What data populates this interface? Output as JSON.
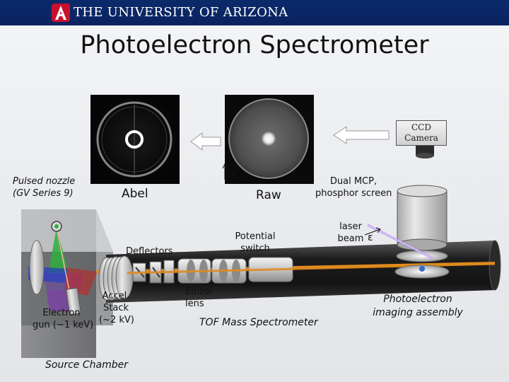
{
  "header": {
    "university": "THE UNIVERSITY OF ARIZONA"
  },
  "title": "Photoelectron Spectrometer",
  "labels": {
    "ccd_camera_line1": "CCD",
    "ccd_camera_line2": "Camera",
    "pulsed_nozzle_line1": "Pulsed nozzle",
    "pulsed_nozzle_line2": "(GV Series 9)",
    "abel": "Abel",
    "raw": "Raw",
    "epsilon_symbol": "ε",
    "dual_mcp_line1": "Dual MCP,",
    "dual_mcp_line2": "phosphor screen",
    "laser_beam_line1": "laser",
    "laser_beam_line2": "beam",
    "potential_switch_line1": "Potential",
    "potential_switch_line2": "switch",
    "deflectors": "Deflectors",
    "accel_stack_line1": "Accel.",
    "accel_stack_line2": "Stack",
    "accel_stack_line3": "(~2 kV)",
    "electron_gun_line1": "Electron",
    "electron_gun_line2": "gun (~1 keV)",
    "einzel_line1": "Einzel",
    "einzel_line2": "lens",
    "tof": "TOF Mass Spectrometer",
    "photoelectron_line1": "Photoelectron",
    "photoelectron_line2": "imaging assembly",
    "source_chamber": "Source Chamber"
  },
  "colors": {
    "banner": "#0b2a6a",
    "beam": "#e08a1e",
    "laser": "#b38cf0",
    "arrow_fill": "#ffffff"
  }
}
